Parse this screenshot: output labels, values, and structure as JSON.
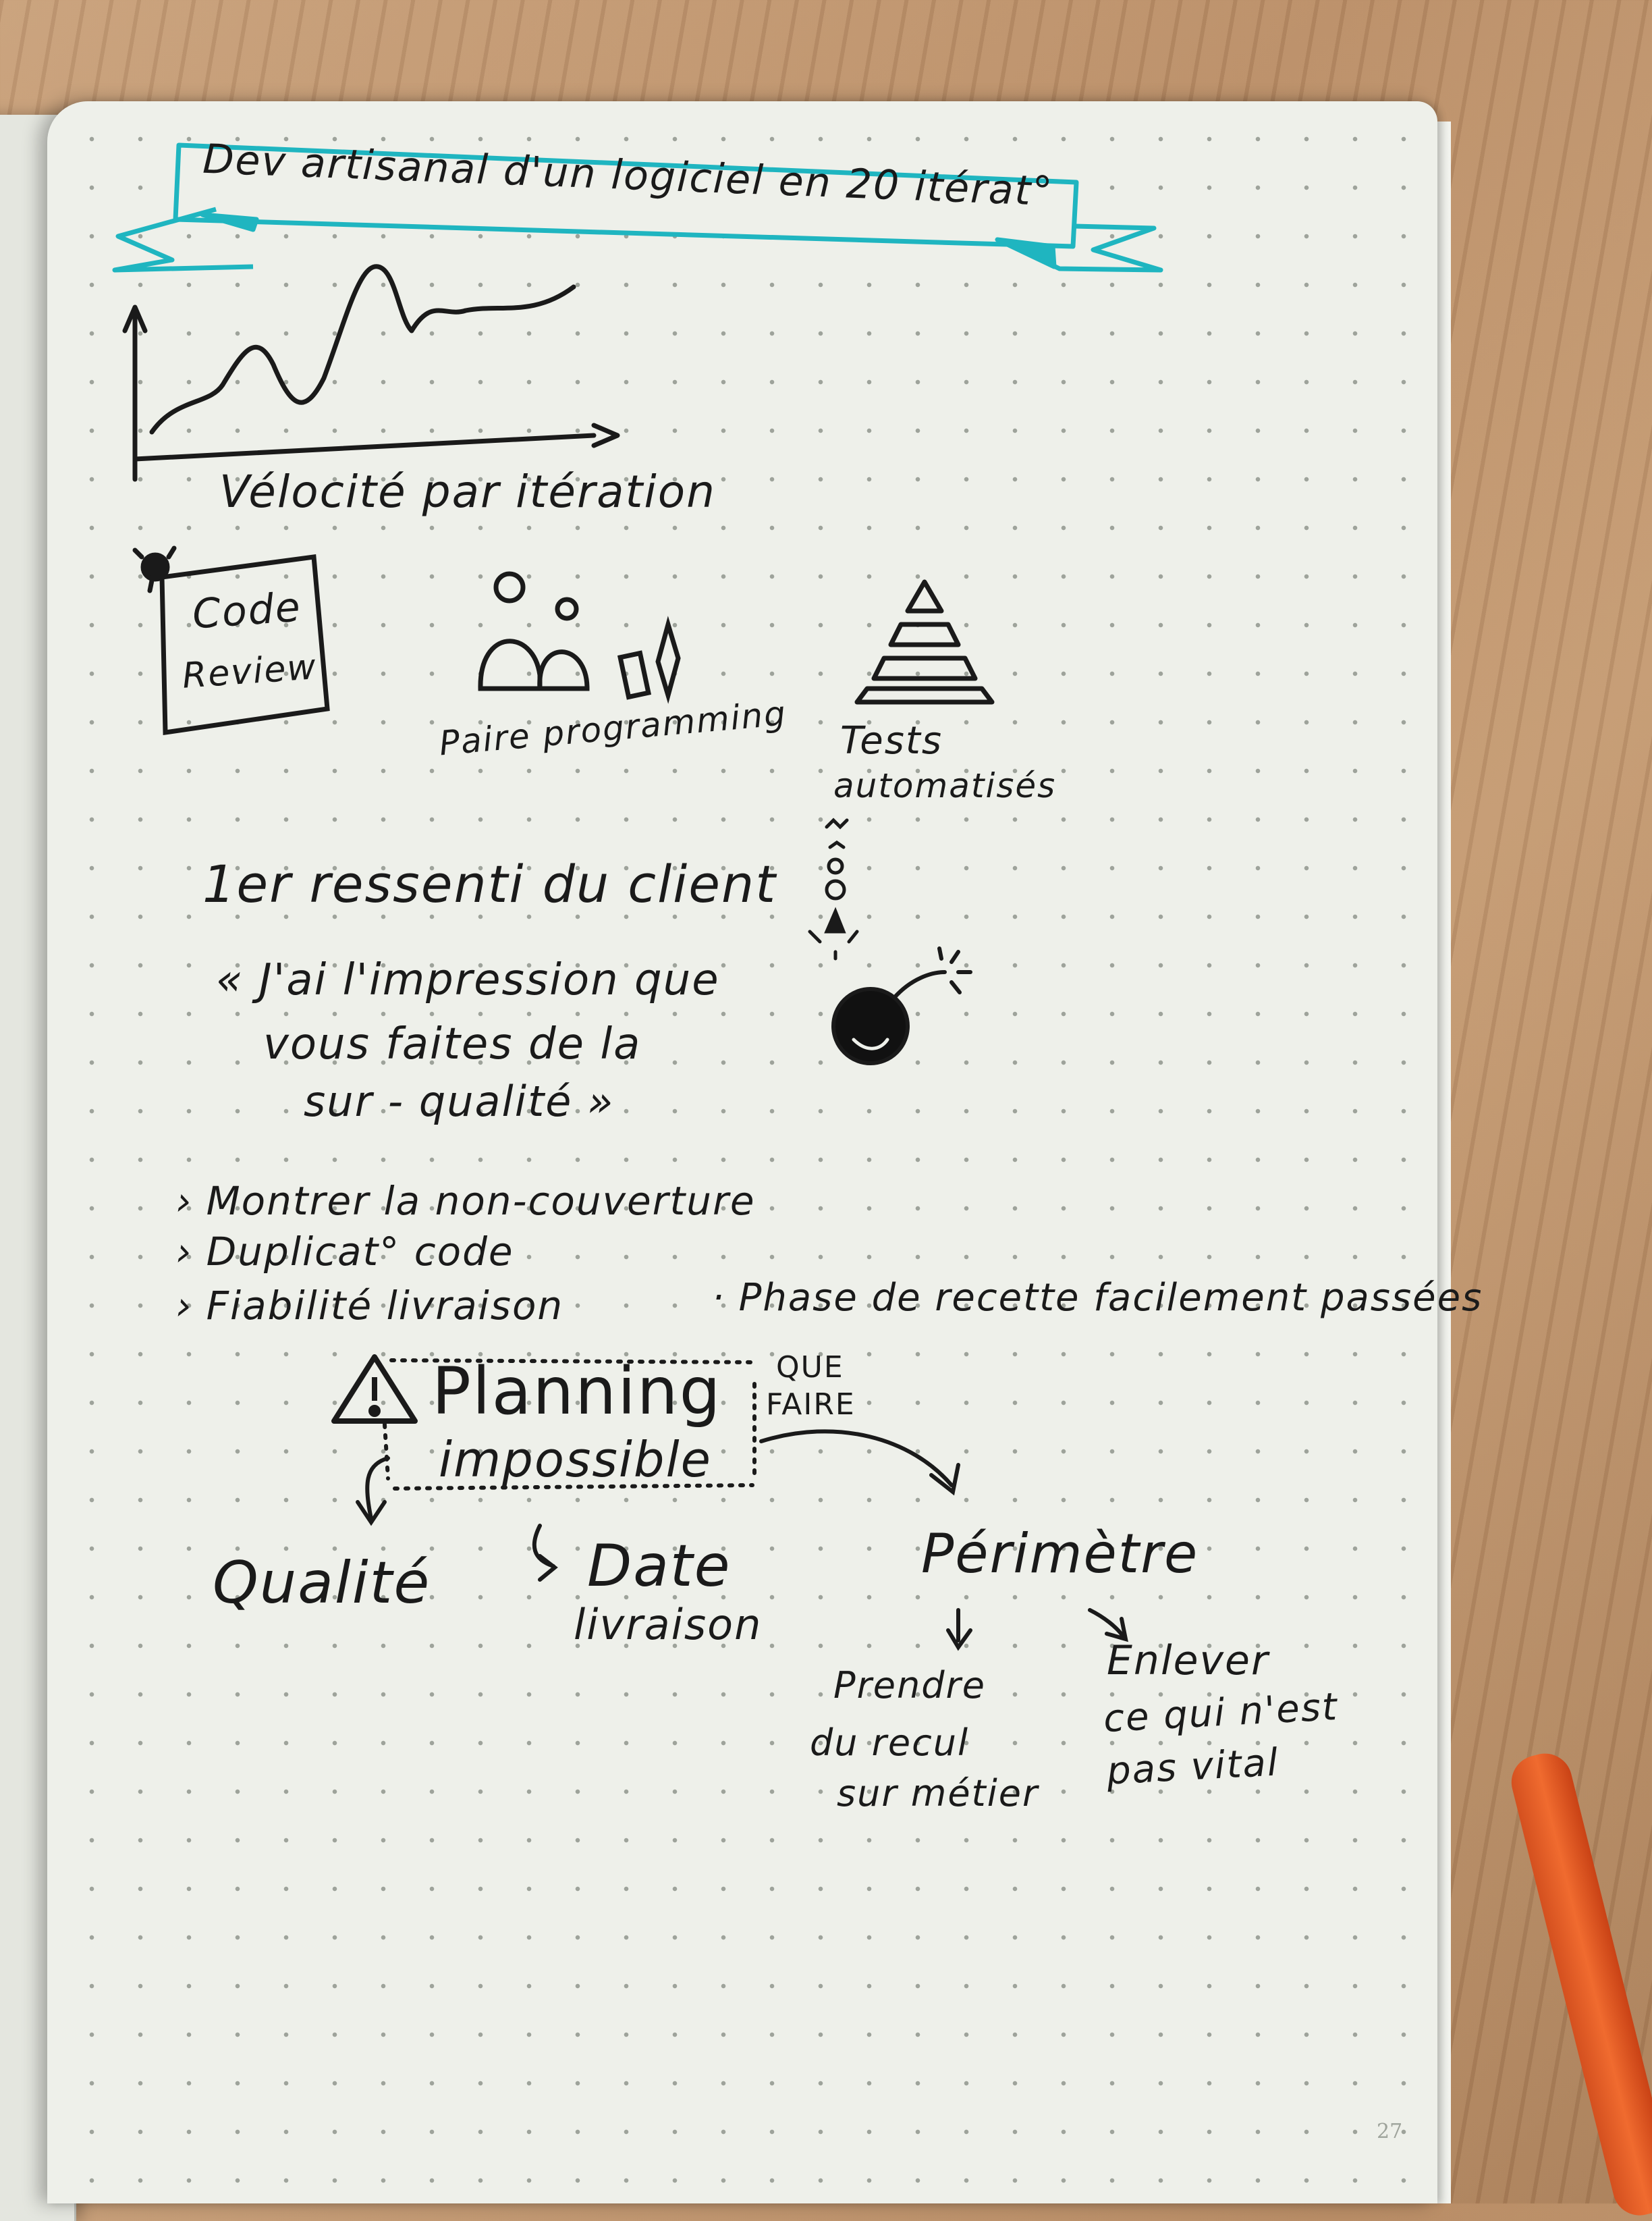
{
  "banner": {
    "title": "Dev artisanal d'un logiciel en 20 itérat°"
  },
  "velocity_chart": {
    "caption": "Vélocité par itération"
  },
  "practices": {
    "code_review": {
      "line1": "Code",
      "line2": "Review"
    },
    "pair_programming": "Paire programming",
    "tests": {
      "line1": "Tests",
      "line2": "automatisés"
    }
  },
  "client_feedback": {
    "heading": "1er ressenti du client",
    "quote_line1": "« J'ai l'impression que",
    "quote_line2": "vous faites de la",
    "quote_line3": "sur - qualité »"
  },
  "bullets": [
    "› Montrer la non-couverture",
    "› Duplicat° code",
    "› Fiabilité livraison"
  ],
  "bullet_note": "· Phase de recette facilement passées",
  "planning": {
    "title": "Planning",
    "subtitle": "impossible",
    "que_faire_line1": "QUE",
    "que_faire_line2": "FAIRE",
    "option_quality": "Qualité",
    "option_date_line1": "Date",
    "option_date_line2": "livraison",
    "option_scope": "Périmètre",
    "scope_left_line1": "Prendre",
    "scope_left_line2": "du recul",
    "scope_left_line3": "sur métier",
    "scope_right_line1": "Enlever",
    "scope_right_line2": "ce qui n'est",
    "scope_right_line3": "pas vital"
  },
  "page_number": "27",
  "colors": {
    "ink": "#1a1a1a",
    "banner_teal": "#1fb5c0",
    "paper": "#eef0ea",
    "elastic": "#e35a22"
  },
  "icons": [
    "ribbon-banner",
    "velocity-line-chart",
    "code-review-box",
    "pair-people-icon",
    "test-pyramid-icon",
    "person-thinking-icon",
    "bomb-icon",
    "warning-triangle-icon"
  ]
}
